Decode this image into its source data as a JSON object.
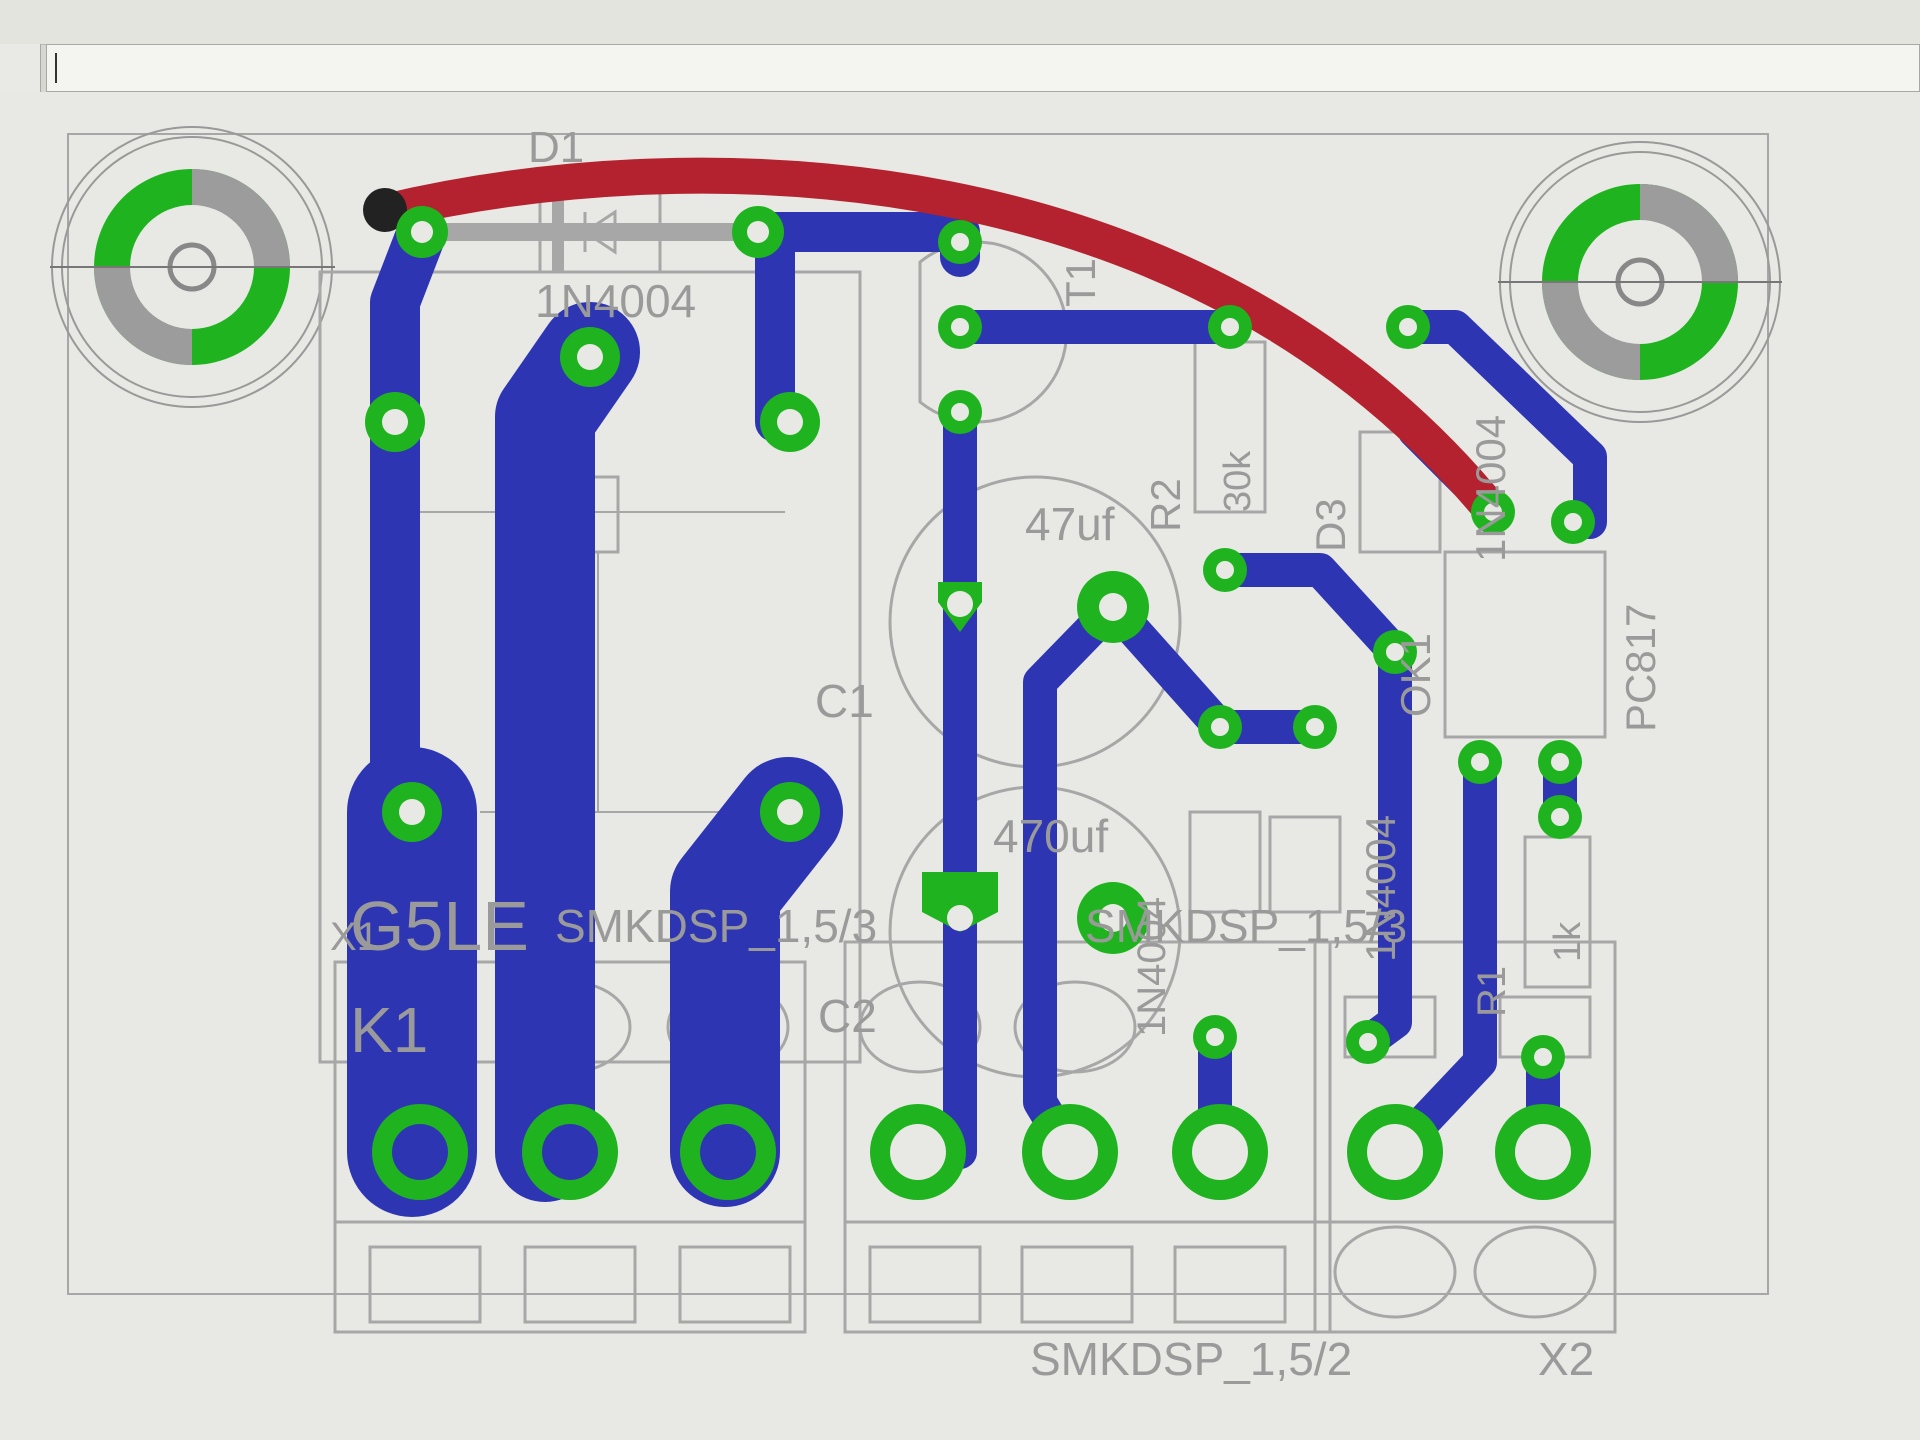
{
  "app": {
    "command_line_value": "",
    "colors": {
      "background": "#e8e9e4",
      "trace_bottom": "#2e35b3",
      "trace_top": "#b3222e",
      "pad": "#1fb41f",
      "outline": "#a7a7a7"
    }
  },
  "board": {
    "labels": {
      "d1": "D1",
      "d1_value": "1N4004",
      "t1": "T1",
      "r2": "R2",
      "r2_value": "30k",
      "c_small": "47uf",
      "c1": "C1",
      "c2": "C2",
      "c_large": "470uf",
      "d3": "D3",
      "ok1": "OK1",
      "ok1_value": "PC817",
      "d_right_value": "1N4004",
      "d_mid_value": "1N4004",
      "d_mid2_value": "1N4004",
      "relay_type": "G5LE",
      "x1": "X1",
      "k1": "K1",
      "x3_type": "SMKDSP_1,5/3",
      "x3_type_b": "SMKDSP_1,5/3",
      "x3_bottom": "SMKDSP_1,5/2",
      "r1": "R1",
      "r1_value": "1k",
      "x2": "X2"
    }
  }
}
